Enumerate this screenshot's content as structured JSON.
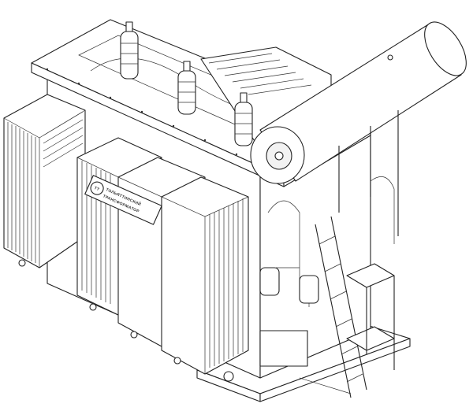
{
  "drawing": {
    "subject": "power-transformer",
    "nameplate": {
      "logo": "ТТ",
      "line1": "ТОЛЬЯТТИНСКИЙ",
      "line2": "ТРАНСФОРМАТОР"
    }
  }
}
